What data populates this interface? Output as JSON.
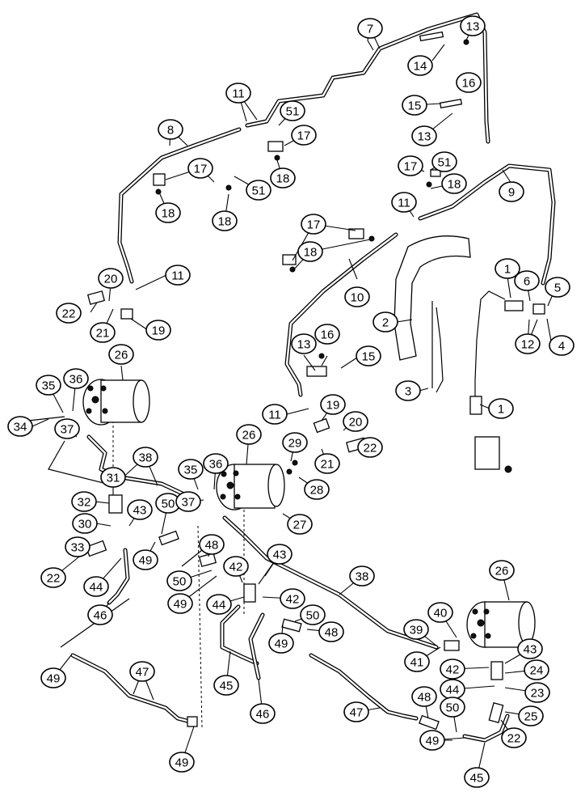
{
  "callouts": [
    {
      "id": "c-7",
      "label": "7"
    },
    {
      "id": "c-13a",
      "label": "13"
    },
    {
      "id": "c-14",
      "label": "14"
    },
    {
      "id": "c-16a",
      "label": "16"
    },
    {
      "id": "c-15a",
      "label": "15"
    },
    {
      "id": "c-13b",
      "label": "13"
    },
    {
      "id": "c-11a",
      "label": "11"
    },
    {
      "id": "c-51a",
      "label": "51"
    },
    {
      "id": "c-17a",
      "label": "17"
    },
    {
      "id": "c-18a",
      "label": "18"
    },
    {
      "id": "c-8",
      "label": "8"
    },
    {
      "id": "c-17b",
      "label": "17"
    },
    {
      "id": "c-51b",
      "label": "51"
    },
    {
      "id": "c-18b",
      "label": "18"
    },
    {
      "id": "c-18c",
      "label": "18"
    },
    {
      "id": "c-17c",
      "label": "17"
    },
    {
      "id": "c-51c",
      "label": "51"
    },
    {
      "id": "c-9",
      "label": "9"
    },
    {
      "id": "c-18d",
      "label": "18"
    },
    {
      "id": "c-11b",
      "label": "11"
    },
    {
      "id": "c-17d",
      "label": "17"
    },
    {
      "id": "c-18e",
      "label": "18"
    },
    {
      "id": "c-10",
      "label": "10"
    },
    {
      "id": "c-1a",
      "label": "1"
    },
    {
      "id": "c-6",
      "label": "6"
    },
    {
      "id": "c-5",
      "label": "5"
    },
    {
      "id": "c-11c",
      "label": "11"
    },
    {
      "id": "c-20a",
      "label": "20"
    },
    {
      "id": "c-22a",
      "label": "22"
    },
    {
      "id": "c-21a",
      "label": "21"
    },
    {
      "id": "c-19a",
      "label": "19"
    },
    {
      "id": "c-2",
      "label": "2"
    },
    {
      "id": "c-12",
      "label": "12"
    },
    {
      "id": "c-4",
      "label": "4"
    },
    {
      "id": "c-13c",
      "label": "13"
    },
    {
      "id": "c-16b",
      "label": "16"
    },
    {
      "id": "c-15b",
      "label": "15"
    },
    {
      "id": "c-26a",
      "label": "26"
    },
    {
      "id": "c-35a",
      "label": "35"
    },
    {
      "id": "c-36a",
      "label": "36"
    },
    {
      "id": "c-3",
      "label": "3"
    },
    {
      "id": "c-1b",
      "label": "1"
    },
    {
      "id": "c-34",
      "label": "34"
    },
    {
      "id": "c-19b",
      "label": "19"
    },
    {
      "id": "c-11d",
      "label": "11"
    },
    {
      "id": "c-20b",
      "label": "20"
    },
    {
      "id": "c-37a",
      "label": "37"
    },
    {
      "id": "c-26b",
      "label": "26"
    },
    {
      "id": "c-29",
      "label": "29"
    },
    {
      "id": "c-21b",
      "label": "21"
    },
    {
      "id": "c-22b",
      "label": "22"
    },
    {
      "id": "c-38a",
      "label": "38"
    },
    {
      "id": "c-31",
      "label": "31"
    },
    {
      "id": "c-35b",
      "label": "35"
    },
    {
      "id": "c-36b",
      "label": "36"
    },
    {
      "id": "c-28",
      "label": "28"
    },
    {
      "id": "c-32",
      "label": "32"
    },
    {
      "id": "c-43a",
      "label": "43"
    },
    {
      "id": "c-50a",
      "label": "50"
    },
    {
      "id": "c-37b",
      "label": "37"
    },
    {
      "id": "c-30",
      "label": "30"
    },
    {
      "id": "c-27",
      "label": "27"
    },
    {
      "id": "c-33",
      "label": "33"
    },
    {
      "id": "c-49a",
      "label": "49"
    },
    {
      "id": "c-48a",
      "label": "48"
    },
    {
      "id": "c-43b",
      "label": "43"
    },
    {
      "id": "c-22c",
      "label": "22"
    },
    {
      "id": "c-44a",
      "label": "44"
    },
    {
      "id": "c-42a",
      "label": "42"
    },
    {
      "id": "c-50b",
      "label": "50"
    },
    {
      "id": "c-38b",
      "label": "38"
    },
    {
      "id": "c-26c",
      "label": "26"
    },
    {
      "id": "c-49b",
      "label": "49"
    },
    {
      "id": "c-44b",
      "label": "44"
    },
    {
      "id": "c-42b",
      "label": "42"
    },
    {
      "id": "c-46a",
      "label": "46"
    },
    {
      "id": "c-50c",
      "label": "50"
    },
    {
      "id": "c-40",
      "label": "40"
    },
    {
      "id": "c-39",
      "label": "39"
    },
    {
      "id": "c-49c",
      "label": "49"
    },
    {
      "id": "c-48b",
      "label": "48"
    },
    {
      "id": "c-41",
      "label": "41"
    },
    {
      "id": "c-43c",
      "label": "43"
    },
    {
      "id": "c-49d",
      "label": "49"
    },
    {
      "id": "c-42c",
      "label": "42"
    },
    {
      "id": "c-24",
      "label": "24"
    },
    {
      "id": "c-47a",
      "label": "47"
    },
    {
      "id": "c-45a",
      "label": "45"
    },
    {
      "id": "c-44c",
      "label": "44"
    },
    {
      "id": "c-23",
      "label": "23"
    },
    {
      "id": "c-46b",
      "label": "46"
    },
    {
      "id": "c-25",
      "label": "25"
    },
    {
      "id": "c-48c",
      "label": "48"
    },
    {
      "id": "c-47b",
      "label": "47"
    },
    {
      "id": "c-50d",
      "label": "50"
    },
    {
      "id": "c-22d",
      "label": "22"
    },
    {
      "id": "c-49e",
      "label": "49"
    },
    {
      "id": "c-49f",
      "label": "49"
    },
    {
      "id": "c-45b",
      "label": "45"
    }
  ]
}
